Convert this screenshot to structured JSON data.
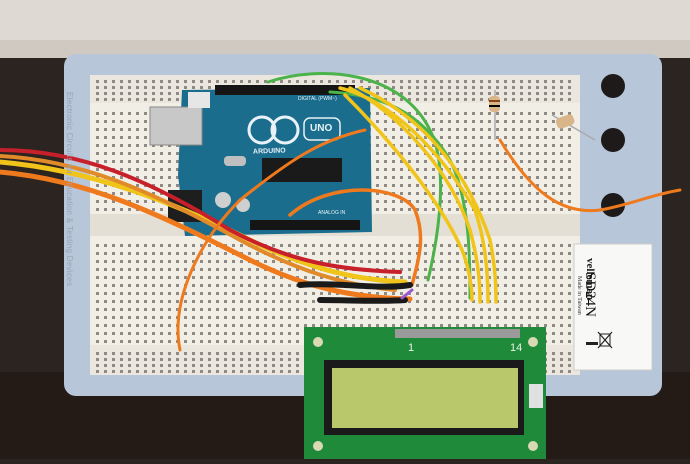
{
  "breadboard": {
    "side_text": "Electronic Circuits for Education & Testing Devices",
    "brand": "velleman",
    "model": "SD24N",
    "made_in": "Made in Taiwan"
  },
  "arduino": {
    "brand": "ARDUINO",
    "model": "UNO",
    "digital_label": "DIGITAL (PWM~)",
    "analog_label": "ANALOG IN"
  },
  "lcd": {
    "pin_first": "1",
    "pin_last": "14"
  },
  "colors": {
    "board_plate": "#b8c6da",
    "breadboard": "#f1eee6",
    "arduino_pcb": "#1b6d8e",
    "lcd_pcb": "#1f8a3a",
    "lcd_screen": "#b9c86a",
    "wire_orange": "#ef7a1e",
    "wire_yellow": "#f0c419",
    "wire_green": "#4bb34a",
    "wire_red": "#c8202a"
  }
}
